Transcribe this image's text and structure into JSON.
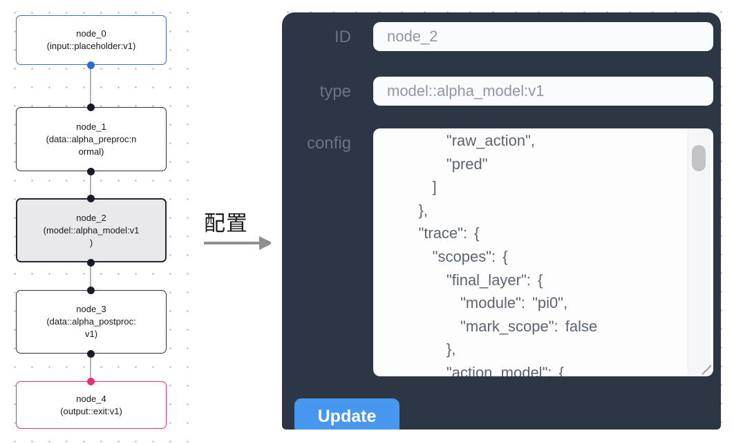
{
  "annotation": {
    "label": "配置",
    "arrow_color": "#8f8f8f"
  },
  "graph": {
    "nodes": [
      {
        "label": "node_0",
        "type_line": "(input::placeholder:v1)",
        "border": "#3a6fc4",
        "bg": "#ffffff",
        "top_port": null,
        "bottom_port": "#2b6bd4",
        "selected": false
      },
      {
        "label": "node_1",
        "type_line": "(data::alpha_preproc:n\normal)",
        "border": "#2b2f38",
        "bg": "#ffffff",
        "top_port": "#171c28",
        "bottom_port": "#171c28",
        "selected": false
      },
      {
        "label": "node_2",
        "type_line": "(model::alpha_model:v1\n)",
        "border": "#22262e",
        "bg": "#e9e9eb",
        "top_port": "#171c28",
        "bottom_port": "#171c28",
        "selected": true
      },
      {
        "label": "node_3",
        "type_line": "(data::alpha_postproc:\nv1)",
        "border": "#2b2f38",
        "bg": "#ffffff",
        "top_port": "#171c28",
        "bottom_port": "#171c28",
        "selected": false
      },
      {
        "label": "node_4",
        "type_line": "(output::exit:v1)",
        "border": "#ee2d7b",
        "bg": "#ffffff",
        "top_port": "#ee2d7b",
        "bottom_port": null,
        "selected": false
      }
    ]
  },
  "panel": {
    "bg": "#2d3645",
    "fields": [
      {
        "label": "ID",
        "value": "node_2"
      },
      {
        "label": "type",
        "value": "model::alpha_model:v1"
      }
    ],
    "config_label": "config",
    "config_lines": [
      "        \"raw_action\",",
      "        \"pred\"",
      "      ]",
      "    },",
      "    \"trace\": {",
      "      \"scopes\": {",
      "        \"final_layer\": {",
      "          \"module\": \"pi0\",",
      "          \"mark_scope\": false",
      "        },",
      "        \"action_model\": {"
    ],
    "update_label": "Update",
    "accent": "#4797ee"
  }
}
